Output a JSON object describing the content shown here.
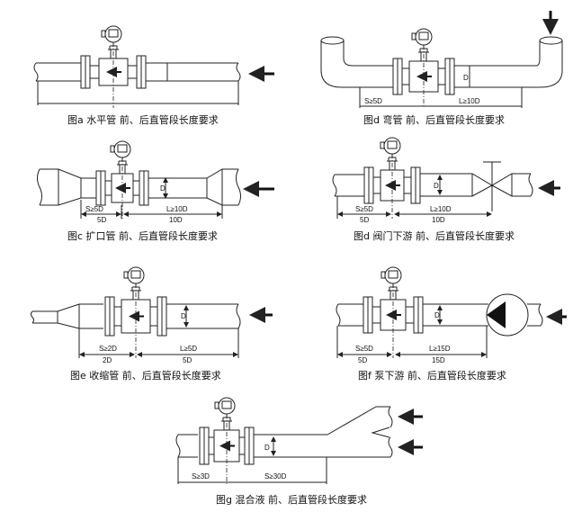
{
  "figures": {
    "a": {
      "caption": "图a  水平管    前、后直管段长度要求"
    },
    "d_bend": {
      "caption": "图d  弯管    前、后直管段长度要求",
      "upstream": "S≥5D",
      "downstream": "L≥10D",
      "diameter": "D"
    },
    "c": {
      "caption": "图c  扩口管    前、后直管段长度要求",
      "upstream": "S≥5D",
      "upstream_len": "5D",
      "downstream": "L≥10D",
      "downstream_len": "10D",
      "diameter": "D"
    },
    "d_valve": {
      "caption": "图d  阀门下游    前、后直管段长度要求",
      "upstream": "S≥5D",
      "upstream_len": "5D",
      "downstream": "L≥10D",
      "downstream_len": "10D",
      "diameter": "D"
    },
    "e": {
      "caption": "图e  收缩管    前、后直管段长度要求",
      "upstream": "S≥2D",
      "upstream_len": "2D",
      "downstream": "L≥5D",
      "downstream_len": "5D",
      "diameter": "D"
    },
    "f": {
      "caption": "图f  泵下游    前、后直管段长度要求",
      "upstream": "S≥5D",
      "upstream_len": "5D",
      "downstream": "L≥15D",
      "downstream_len": "15D",
      "diameter": "D"
    },
    "g": {
      "caption": "图g  混合液    前、后直管段长度要求",
      "upstream": "S≥3D",
      "downstream": "S≥30D",
      "diameter": "D"
    }
  }
}
